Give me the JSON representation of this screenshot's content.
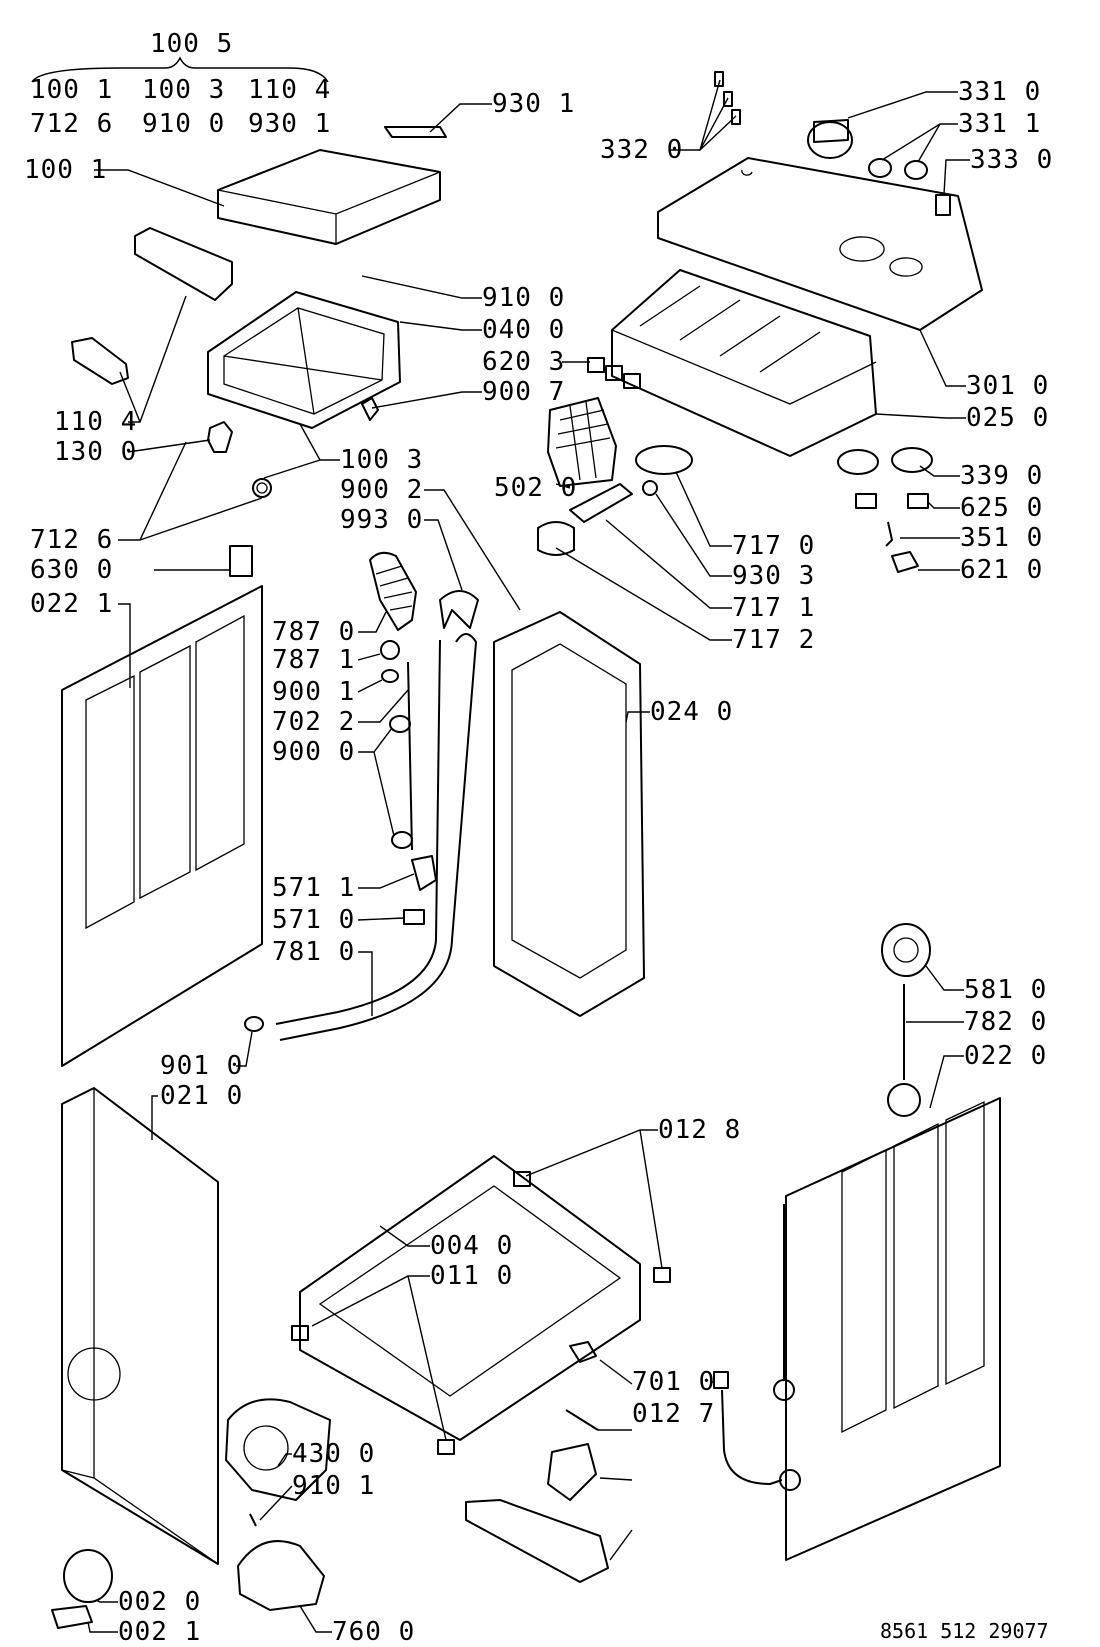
{
  "header_group": {
    "title": "100 5",
    "row1": [
      "100 1",
      "100 3",
      "110 4"
    ],
    "row2": [
      "712 6",
      "910 0",
      "930 1"
    ]
  },
  "labels": {
    "l_930_1": "930 1",
    "l_332_0": "332 0",
    "l_331_0": "331 0",
    "l_331_1": "331 1",
    "l_333_0": "333 0",
    "l_100_1": "100 1",
    "l_910_0": "910 0",
    "l_040_0": "040 0",
    "l_620_3": "620 3",
    "l_900_7": "900 7",
    "l_301_0": "301 0",
    "l_025_0": "025 0",
    "l_110_4": "110 4",
    "l_130_0": "130 0",
    "l_100_3": "100 3",
    "l_900_2": "900 2",
    "l_993_0": "993 0",
    "l_502_0": "502 0",
    "l_339_0": "339 0",
    "l_625_0": "625 0",
    "l_712_6": "712 6",
    "l_717_0": "717 0",
    "l_351_0": "351 0",
    "l_630_0": "630 0",
    "l_930_3": "930 3",
    "l_621_0": "621 0",
    "l_022_1": "022 1",
    "l_717_1": "717 1",
    "l_717_2": "717 2",
    "l_787_0": "787 0",
    "l_787_1": "787 1",
    "l_900_1": "900 1",
    "l_702_2": "702 2",
    "l_900_0": "900 0",
    "l_024_0": "024 0",
    "l_571_1": "571 1",
    "l_571_0": "571 0",
    "l_781_0": "781 0",
    "l_581_0": "581 0",
    "l_782_0": "782 0",
    "l_022_0": "022 0",
    "l_901_0": "901 0",
    "l_021_0": "021 0",
    "l_012_8": "012 8",
    "l_004_0": "004 0",
    "l_011_0": "011 0",
    "l_701_0": "701 0",
    "l_012_7": "012 7",
    "l_430_0": "430 0",
    "l_910_1": "910 1",
    "l_002_0": "002 0",
    "l_002_1": "002 1",
    "l_760_0": "760 0"
  },
  "footer": {
    "code": "8561 512 29077"
  }
}
